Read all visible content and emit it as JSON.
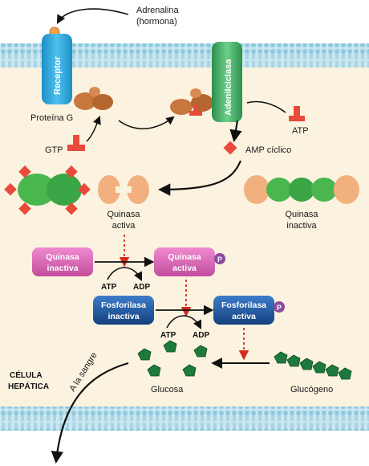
{
  "hormone": {
    "line1": "Adrenalina",
    "line2": "(hormona)"
  },
  "receptor": {
    "label": "Receptor"
  },
  "g_protein": {
    "label": "Proteína G"
  },
  "gtp": {
    "label": "GTP"
  },
  "adenylyl_cyclase": {
    "label": "Adenilciclasa"
  },
  "atp_top": {
    "label": "ATP"
  },
  "camp": {
    "label": "AMP cíclico"
  },
  "kinase_active": {
    "line1": "Quinasa",
    "line2": "activa"
  },
  "kinase_inactive": {
    "line1": "Quinasa",
    "line2": "inactiva"
  },
  "pk_inactive": {
    "line1": "Quinasa",
    "line2": "inactiva"
  },
  "pk_active": {
    "line1": "Quinasa",
    "line2": "activa"
  },
  "phosphorylase_inactive": {
    "line1": "Fosforilasa",
    "line2": "inactiva"
  },
  "phosphorylase_active": {
    "line1": "Fosforilasa",
    "line2": "activa"
  },
  "phosphate": {
    "symbol": "P"
  },
  "reaction1": {
    "atp": "ATP",
    "adp": "ADP"
  },
  "reaction2": {
    "atp": "ATP",
    "adp": "ADP"
  },
  "glucose": {
    "label": "Glucosa"
  },
  "glycogen": {
    "label": "Glucógeno"
  },
  "to_blood": {
    "label": "A la sangre"
  },
  "cell": {
    "line1": "CÉLULA",
    "line2": "HEPÁTICA"
  },
  "colors": {
    "cytoplasm": "#fbf3df",
    "membrane": "#a9d8e6",
    "receptor": "#2aa3d8",
    "cyclase": "#46b06a",
    "g_protein": "#c8773f",
    "camp": "#e84a3c",
    "kinase_box": "#d966b3",
    "phosphorylase_box": "#1d56a3",
    "phosphate": "#8a4aa0",
    "glucose": "#1d7a3a"
  }
}
